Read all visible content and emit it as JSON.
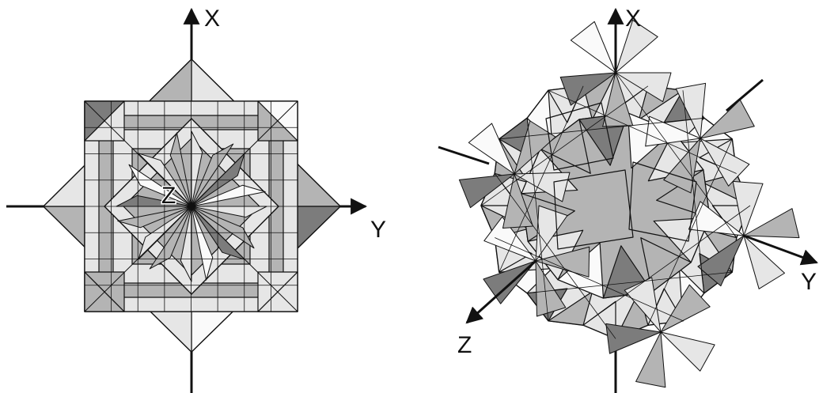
{
  "figures": [
    {
      "id": "left",
      "view": "axial",
      "axis_labels": {
        "x": "X",
        "y": "Y",
        "z": "Z"
      }
    },
    {
      "id": "right",
      "view": "oblique",
      "axis_labels": {
        "x": "X",
        "y": "Y",
        "z": "Z"
      }
    }
  ],
  "colors": {
    "line": "#111111",
    "face_light": "#e6e6e6",
    "face_mid": "#b4b4b4",
    "face_dark": "#7c7c7c",
    "face_white": "#fafafa"
  }
}
